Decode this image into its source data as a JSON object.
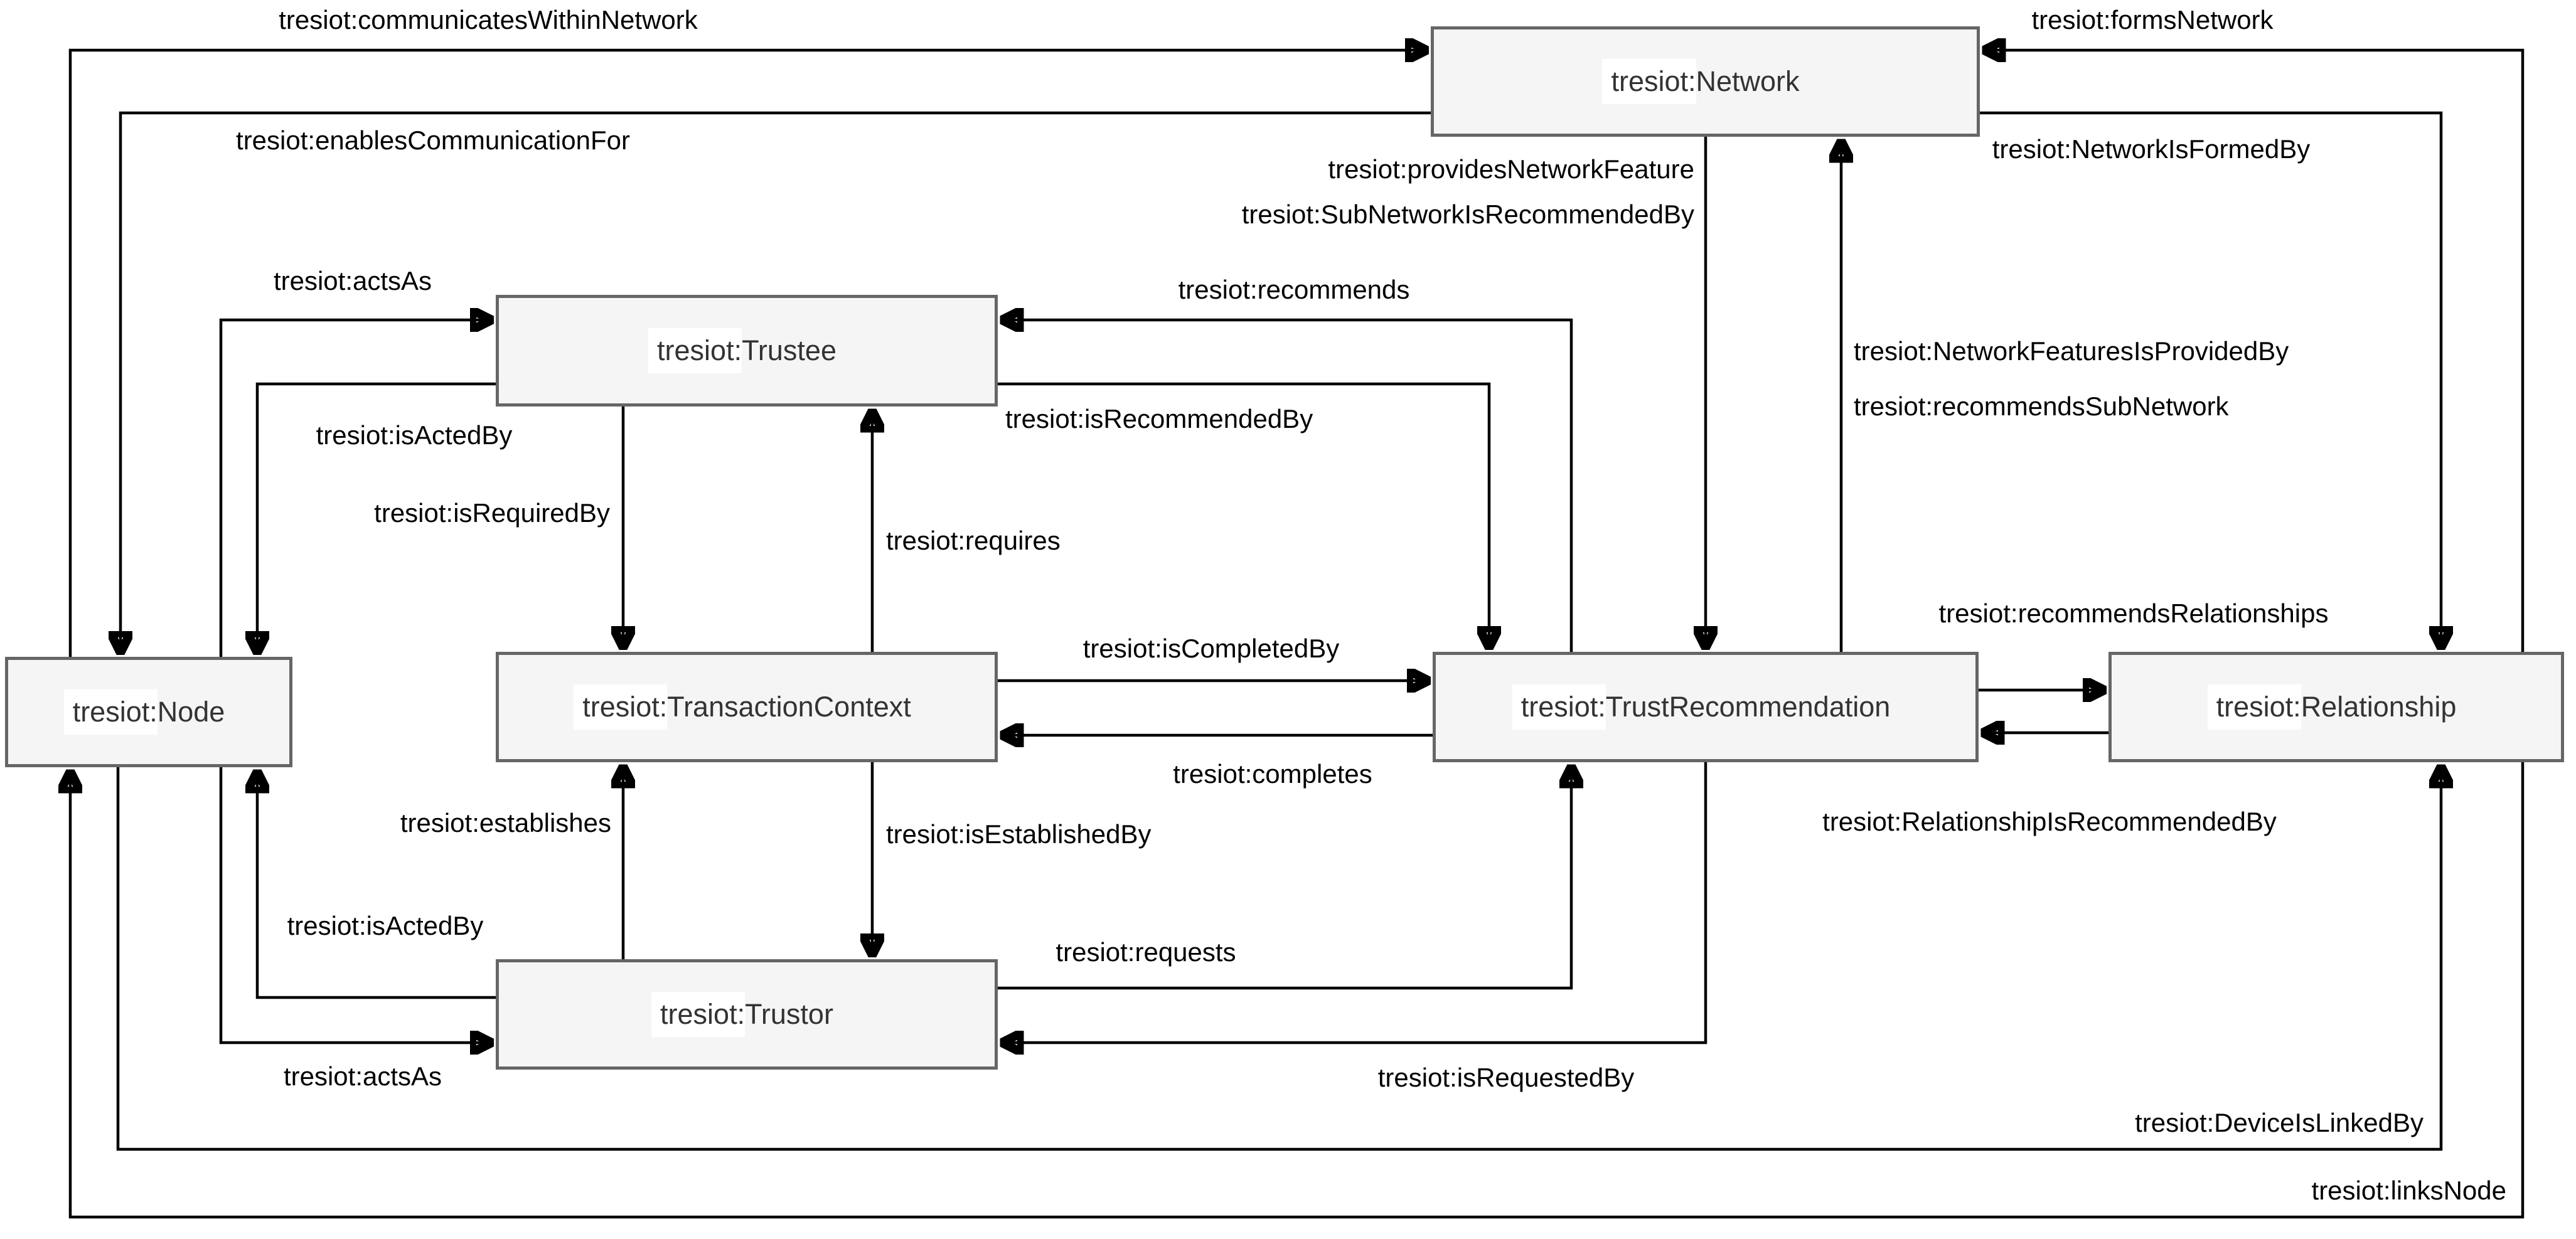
{
  "diagram": {
    "type": "ontology-class-diagram",
    "namespace_prefix": "tresiot:",
    "colors": {
      "background": "#ffffff",
      "box_fill": "#f5f5f5",
      "box_border": "#666666",
      "box_text": "#333333",
      "edge_line": "#000000",
      "edge_text": "#000000"
    },
    "nodes": {
      "network": {
        "prefix": "tresiot:",
        "name": "Network"
      },
      "trustee": {
        "prefix": "tresiot:",
        "name": "Trustee"
      },
      "node": {
        "prefix": "tresiot:",
        "name": "Node"
      },
      "transaction_context": {
        "prefix": "tresiot:",
        "name": "TransactionContext"
      },
      "trust_recommendation": {
        "prefix": "tresiot:",
        "name": "TrustRecommendation"
      },
      "relationship": {
        "prefix": "tresiot:",
        "name": "Relationship"
      },
      "trustor": {
        "prefix": "tresiot:",
        "name": "Trustor"
      }
    },
    "edges": {
      "communicates_within_network": {
        "label": "tresiot:communicatesWithinNetwork",
        "from": "Node",
        "to": "Network"
      },
      "enables_communication_for": {
        "label": "tresiot:enablesCommunicationFor",
        "from": "Network",
        "to": "Node"
      },
      "forms_network": {
        "label": "tresiot:formsNetwork",
        "from": "Relationship",
        "to": "Network"
      },
      "network_is_formed_by": {
        "label": "tresiot:NetworkIsFormedBy",
        "from": "Network",
        "to": "Relationship"
      },
      "provides_network_feature": {
        "labels": [
          "tresiot:providesNetworkFeature",
          "tresiot:SubNetworkIsRecommendedBy"
        ],
        "from": "Network",
        "to": "TrustRecommendation"
      },
      "network_features_is_provided_by": {
        "labels": [
          "tresiot:NetworkFeaturesIsProvidedBy",
          "tresiot:recommendsSubNetwork"
        ],
        "from": "TrustRecommendation",
        "to": "Network"
      },
      "recommends": {
        "label": "tresiot:recommends",
        "from": "TrustRecommendation",
        "to": "Trustee"
      },
      "is_recommended_by": {
        "label": "tresiot:isRecommendedBy",
        "from": "Trustee",
        "to": "TrustRecommendation"
      },
      "acts_as_trustee": {
        "label": "tresiot:actsAs",
        "from": "Node",
        "to": "Trustee"
      },
      "is_acted_by_trustee": {
        "label": "tresiot:isActedBy",
        "from": "Trustee",
        "to": "Node"
      },
      "is_required_by": {
        "label": "tresiot:isRequiredBy",
        "from": "Trustee",
        "to": "TransactionContext"
      },
      "requires": {
        "label": "tresiot:requires",
        "from": "TransactionContext",
        "to": "Trustee"
      },
      "is_completed_by": {
        "label": "tresiot:isCompletedBy",
        "from": "TransactionContext",
        "to": "TrustRecommendation"
      },
      "completes": {
        "label": "tresiot:completes",
        "from": "TrustRecommendation",
        "to": "TransactionContext"
      },
      "establishes": {
        "label": "tresiot:establishes",
        "from": "Trustor",
        "to": "TransactionContext"
      },
      "is_established_by": {
        "label": "tresiot:isEstablishedBy",
        "from": "TransactionContext",
        "to": "Trustor"
      },
      "is_acted_by_trustor": {
        "label": "tresiot:isActedBy",
        "from": "Trustor",
        "to": "Node"
      },
      "acts_as_trustor": {
        "label": "tresiot:actsAs",
        "from": "Node",
        "to": "Trustor"
      },
      "requests": {
        "label": "tresiot:requests",
        "from": "Trustor",
        "to": "TrustRecommendation"
      },
      "is_requested_by": {
        "label": "tresiot:isRequestedBy",
        "from": "TrustRecommendation",
        "to": "Trustor"
      },
      "recommends_relationships": {
        "label": "tresiot:recommendsRelationships",
        "from": "TrustRecommendation",
        "to": "Relationship"
      },
      "relationship_is_recommended_by": {
        "label": "tresiot:RelationshipIsRecommendedBy",
        "from": "Relationship",
        "to": "TrustRecommendation"
      },
      "device_is_linked_by": {
        "label": "tresiot:DeviceIsLinkedBy",
        "from": "Node",
        "to": "Relationship"
      },
      "links_node": {
        "label": "tresiot:linksNode",
        "from": "Relationship",
        "to": "Node"
      }
    }
  }
}
